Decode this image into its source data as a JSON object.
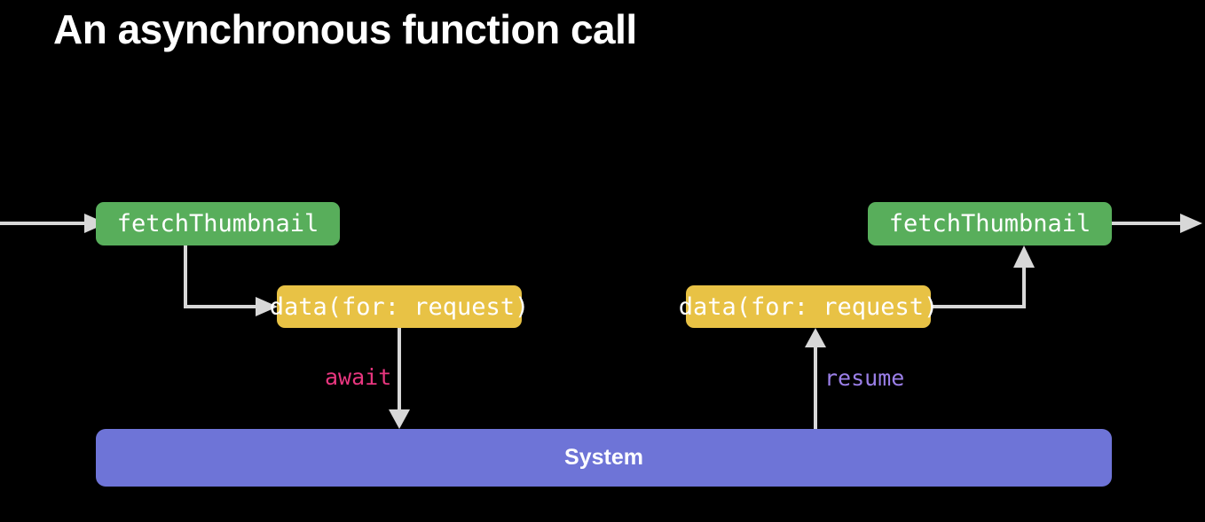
{
  "slide": {
    "title": "An asynchronous function call",
    "background_color": "#000000",
    "title_color": "#ffffff"
  },
  "colors": {
    "green": "#58ae5b",
    "yellow": "#e8c245",
    "purple": "#6e74d7",
    "arrow": "#d8d8d8",
    "await_pink": "#e8367f",
    "resume_purple": "#9b7fe8"
  },
  "nodes": {
    "fetch_left": {
      "label": "fetchThumbnail",
      "color": "#58ae5b"
    },
    "fetch_right": {
      "label": "fetchThumbnail",
      "color": "#58ae5b"
    },
    "data_left": {
      "label": "data(for: request)",
      "color": "#e8c245"
    },
    "data_right": {
      "label": "data(for: request)",
      "color": "#e8c245"
    },
    "system": {
      "label": "System",
      "color": "#6e74d7"
    }
  },
  "edges": {
    "await_label": "await",
    "resume_label": "resume"
  }
}
